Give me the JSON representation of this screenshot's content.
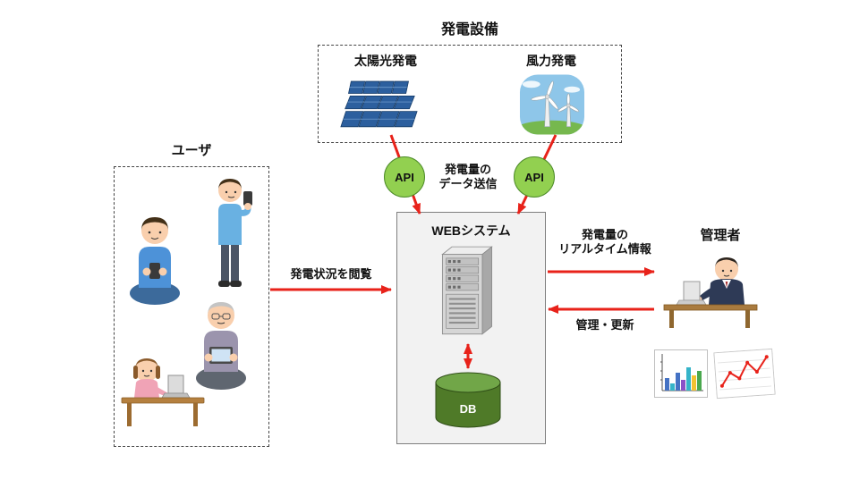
{
  "power_facility": {
    "title": "発電設備",
    "solar_label": "太陽光発電",
    "wind_label": "風力発電"
  },
  "api": {
    "left_label": "API",
    "right_label": "API",
    "caption_line1": "発電量の",
    "caption_line2": "データ送信"
  },
  "user_group": {
    "label": "ユーザ"
  },
  "web_system": {
    "label": "WEBシステム",
    "db_label": "DB"
  },
  "admin": {
    "label": "管理者"
  },
  "flows": {
    "user_to_web": "発電状況を閲覧",
    "web_to_admin_line1": "発電量の",
    "web_to_admin_line2": "リアルタイム情報",
    "admin_to_web": "管理・更新"
  },
  "colors": {
    "arrow_red": "#e8221a",
    "api_green": "#92d050",
    "db_green": "#4f7a28",
    "db_green_top": "#71a648"
  }
}
